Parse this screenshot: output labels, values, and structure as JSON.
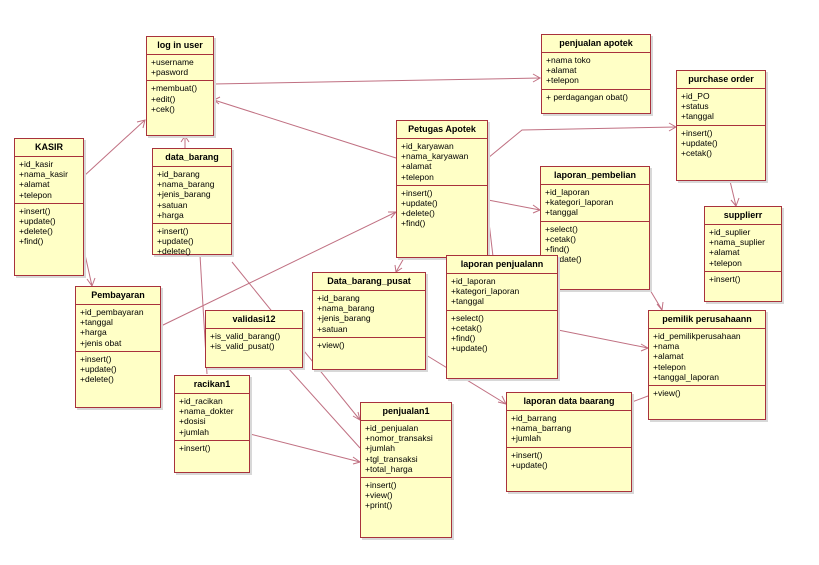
{
  "classes": [
    {
      "id": "login",
      "title": "log in user",
      "attrs": [
        "+username",
        "+pasword"
      ],
      "ops": [
        "+membuat()",
        "+edit()",
        "+cek()"
      ]
    },
    {
      "id": "kasir",
      "title": "KASIR",
      "attrs": [
        "+id_kasir",
        "+nama_kasir",
        "+alamat",
        "+telepon"
      ],
      "ops": [
        "+insert()",
        "+update()",
        "+delete()",
        "+find()"
      ]
    },
    {
      "id": "data_barang",
      "title": "data_barang",
      "attrs": [
        "+id_barang",
        "+nama_barang",
        "+jenis_barang",
        "+satuan",
        "+harga"
      ],
      "ops": [
        "+insert()",
        "+update()",
        "+delete()"
      ]
    },
    {
      "id": "penjualan_apotek",
      "title": "penjualan apotek",
      "attrs": [
        "+nama toko",
        "+alamat",
        "+telepon"
      ],
      "ops": [
        "+ perdagangan obat()"
      ]
    },
    {
      "id": "purchase_order",
      "title": "purchase order",
      "attrs": [
        "+id_PO",
        "+status",
        "+tanggal"
      ],
      "ops": [
        "+insert()",
        "+update()",
        "+cetak()"
      ]
    },
    {
      "id": "petugas",
      "title": "Petugas Apotek",
      "attrs": [
        "+id_karyawan",
        "+nama_karyawan",
        "+alamat",
        "+telepon"
      ],
      "ops": [
        "+insert()",
        "+update()",
        "+delete()",
        "+find()"
      ]
    },
    {
      "id": "lap_pembelian",
      "title": "laporan_pembelian",
      "attrs": [
        "+id_laporan",
        "+kategori_laporan",
        "+tanggal"
      ],
      "ops": [
        "+select()",
        "+cetak()",
        "+find()",
        "+update()"
      ]
    },
    {
      "id": "supplier",
      "title": "supplierr",
      "attrs": [
        "+id_suplier",
        "+nama_suplier",
        "+alamat",
        "+telepon"
      ],
      "ops": [
        "+insert()"
      ]
    },
    {
      "id": "pembayaran",
      "title": "Pembayaran",
      "attrs": [
        "+id_pembayaran",
        "+tanggal",
        "+harga",
        "+jenis obat"
      ],
      "ops": [
        "+insert()",
        "+update()",
        "+delete()"
      ]
    },
    {
      "id": "data_pusat",
      "title": "Data_barang_pusat",
      "attrs": [
        "+id_barang",
        "+nama_barang",
        "+jenis_barang",
        "+satuan"
      ],
      "ops": [
        "+view()"
      ]
    },
    {
      "id": "lap_penjualan",
      "title": "laporan penjualann",
      "attrs": [
        "+id_laporan",
        "+kategori_laporan",
        "+tanggal"
      ],
      "ops": [
        "+select()",
        "+cetak()",
        "+find()",
        "+update()"
      ]
    },
    {
      "id": "validasi",
      "title": "validasi12",
      "attrs": [
        "+is_valid_barang()",
        "+is_valid_pusat()"
      ],
      "ops": []
    },
    {
      "id": "pemilik",
      "title": "pemilik perusahaann",
      "attrs": [
        "+id_pemilikperusahaan",
        "+nama",
        "+alamat",
        "+telepon",
        "+tanggal_laporan"
      ],
      "ops": [
        "+view()"
      ]
    },
    {
      "id": "racikan",
      "title": "racikan1",
      "attrs": [
        "+id_racikan",
        "+nama_dokter",
        "+dosisi",
        "+jumlah"
      ],
      "ops": [
        "+insert()"
      ]
    },
    {
      "id": "penjualan1",
      "title": "penjualan1",
      "attrs": [
        "+id_penjualan",
        "+nomor_transaksi",
        "+jumlah",
        "+tgl_transaksi",
        "+total_harga"
      ],
      "ops": [
        "+insert()",
        "+view()",
        "+print()"
      ]
    },
    {
      "id": "lap_data_barang",
      "title": "laporan data baarang",
      "attrs": [
        "+id_barrang",
        "+nama_barrang",
        "+jumlah"
      ],
      "ops": [
        "+insert()",
        "+update()"
      ]
    }
  ]
}
